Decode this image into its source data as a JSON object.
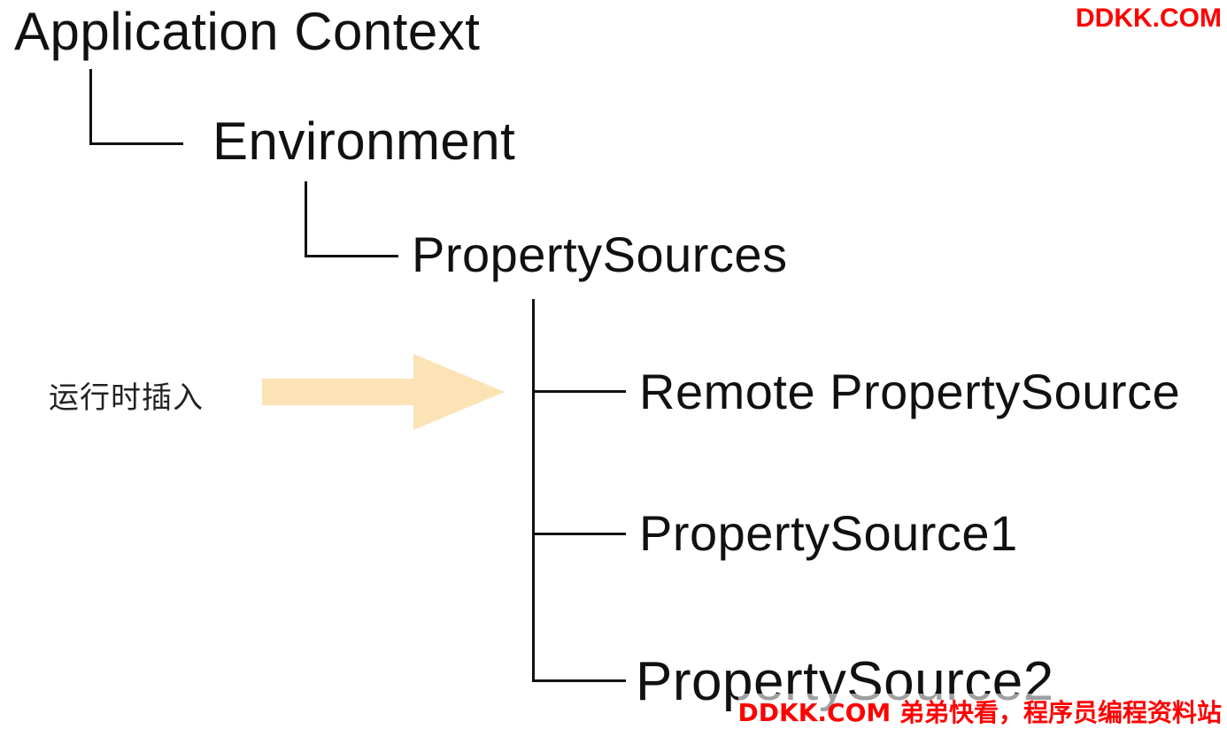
{
  "diagram": {
    "root": "Application Context",
    "environment": "Environment",
    "property_sources": "PropertySources",
    "children": [
      "Remote PropertySource",
      "PropertySource1",
      "PropertySource2"
    ],
    "runtime_label": "运行时插入",
    "arrow_color": "#fbe3b6",
    "line_color": "#111111"
  },
  "watermark": {
    "top": "DDKK.COM",
    "bottom": "DDKK.COM 弟弟快看，程序员编程资料站",
    "color": "#ff0000"
  }
}
